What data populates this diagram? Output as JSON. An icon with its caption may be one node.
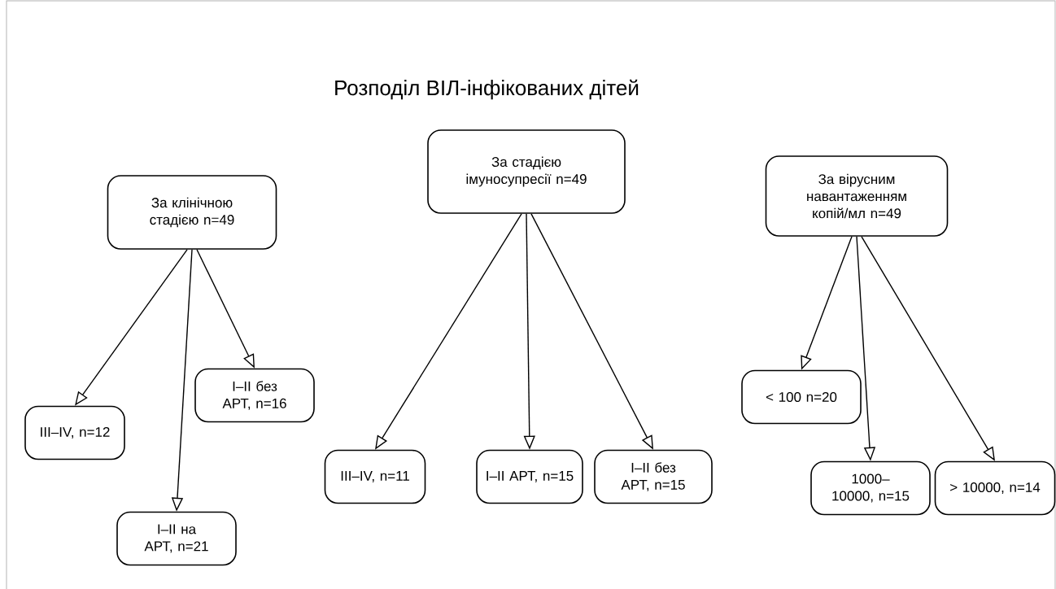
{
  "diagram": {
    "title": "Розподіл ВІЛ-інфікованих дітей",
    "nodes": [
      {
        "text": [
          "За клінічною стадією n=49"
        ]
      },
      {
        "text": [
          "III–IV, n=12"
        ]
      },
      {
        "text": [
          "I–II на АРТ, n=21"
        ]
      },
      {
        "text": [
          "I–II без АРТ, n=16"
        ]
      },
      {
        "text": [
          "За стадією імуносупресії n=49"
        ]
      },
      {
        "text": [
          "III–IV, n=11"
        ]
      },
      {
        "text": [
          "I–II АРТ, n=15"
        ]
      },
      {
        "text": [
          "I–II без АРТ, n=15"
        ]
      },
      {
        "text": [
          "За вірусним навантаженням копій/мл n=49"
        ]
      },
      {
        "text": [
          "< 100 n=20"
        ]
      },
      {
        "text": [
          "1000–10000, n=15"
        ]
      },
      {
        "text": [
          "> 10000, n=14"
        ]
      }
    ],
    "edges": [
      {
        "from": 0,
        "to": 1,
        "arrow": "to"
      },
      {
        "from": 0,
        "to": 2,
        "arrow": "to"
      },
      {
        "from": 0,
        "to": 3,
        "arrow": "to"
      },
      {
        "from": 4,
        "to": 5,
        "arrow": "to"
      },
      {
        "from": 4,
        "to": 6,
        "arrow": "to"
      },
      {
        "from": 4,
        "to": 7,
        "arrow": "to"
      },
      {
        "from": 8,
        "to": 9,
        "arrow": "to"
      },
      {
        "from": 8,
        "to": 10,
        "arrow": "to"
      },
      {
        "from": 8,
        "to": 11,
        "arrow": "to"
      }
    ]
  }
}
